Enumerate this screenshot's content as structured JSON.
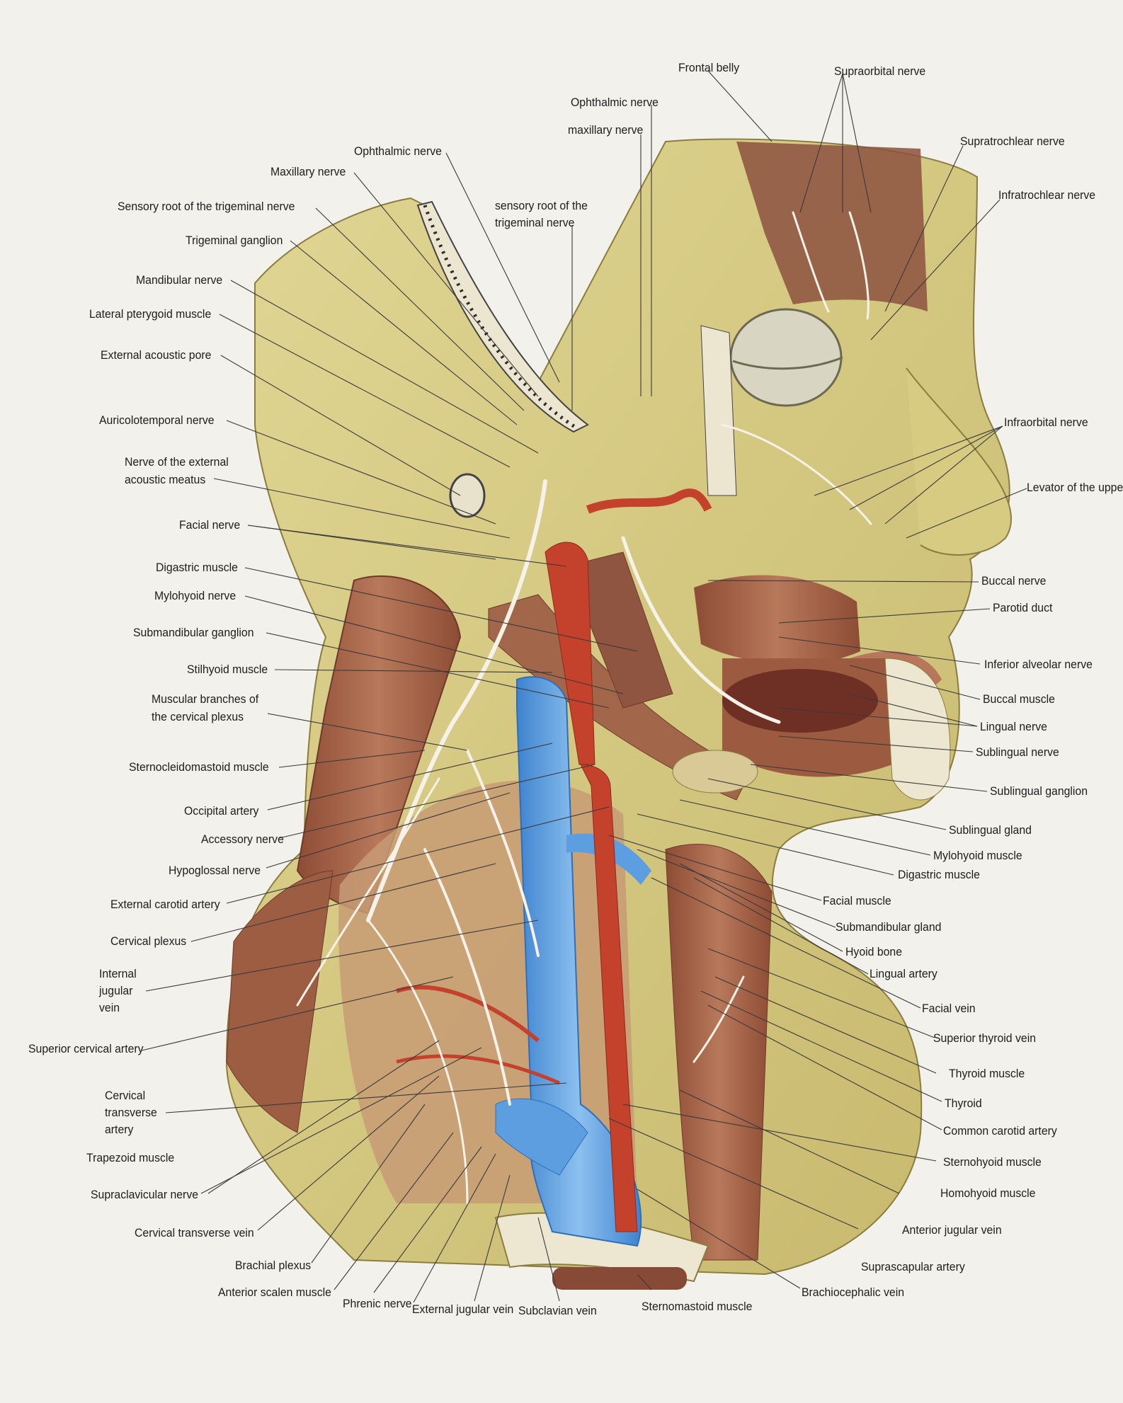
{
  "colors": {
    "page": "#f3f1ec",
    "skin": "#d9cd86",
    "skin_shade": "#bfb066",
    "muscle": "#a9674a",
    "muscle_dark": "#7f4331",
    "artery": "#c4412c",
    "vein": "#5c9ee0",
    "nerve": "#f4f0e6",
    "bone": "#ece5cf",
    "leader": "#3a3a3a",
    "text": "#1d1d1d"
  },
  "labels": {
    "left": {
      "ophthalmic_nerve": "Ophthalmic nerve",
      "maxillary_nerve": "Maxillary nerve",
      "sensory_root": "Sensory root of the trigeminal nerve",
      "trigeminal_ganglion": "Trigeminal ganglion",
      "mandibular_nerve": "Mandibular nerve",
      "lateral_pterygoid": "Lateral pterygoid muscle",
      "external_acoustic_pore": "External acoustic pore",
      "auriculotemporal_nerve": "Auricolotemporal nerve",
      "nerve_ext_meatus_1": "Nerve of the external",
      "nerve_ext_meatus_2": "acoustic meatus",
      "facial_nerve": "Facial nerve",
      "digastric_muscle": "Digastric muscle",
      "mylohyoid_nerve": "Mylohyoid nerve",
      "submandibular_ganglion": "Submandibular ganglion",
      "stylohyoid_muscle": "Stilhyoid muscle",
      "muscular_branches_1": "Muscular branches of",
      "muscular_branches_2": "the cervical plexus",
      "sternocleidomastoid": "Sternocleidomastoid muscle",
      "occipital_artery": "Occipital artery",
      "accessory_nerve": "Accessory nerve",
      "hypoglossal_nerve": "Hypoglossal nerve",
      "external_carotid": "External carotid artery",
      "cervical_plexus": "Cervical plexus",
      "internal_jugular_1": "Internal",
      "internal_jugular_2": "jugular",
      "internal_jugular_3": "vein",
      "superior_cervical_artery": "Superior cervical artery",
      "cervical_transverse_artery_1": "Cervical",
      "cervical_transverse_artery_2": "transverse",
      "cervical_transverse_artery_3": "artery",
      "trapezoid_muscle": "Trapezoid muscle",
      "supraclavicular_nerve": "Supraclavicular nerve",
      "cervical_transverse_vein": "Cervical transverse vein",
      "brachial_plexus": "Brachial plexus",
      "anterior_scalene": "Anterior scalen muscle",
      "phrenic_nerve": "Phrenic nerve",
      "external_jugular_vein": "External jugular vein",
      "subclavian_vein": "Subclavian vein",
      "sternomastoid_muscle": "Sternomastoid muscle"
    },
    "top": {
      "frontal_belly": "Frontal belly",
      "supraorbital_nerve": "Supraorbital nerve",
      "ophthalmic_nerve_top": "Ophthalmic nerve",
      "maxillary_nerve_top": "maxillary nerve",
      "sensory_root_top_1": "sensory root of the",
      "sensory_root_top_2": "trigeminal nerve"
    },
    "right": {
      "supratrochlear_nerve": "Supratrochlear nerve",
      "infratrochlear_nerve": "Infratrochlear nerve",
      "infraorbital_nerve": "Infraorbital nerve",
      "levator_upper": "Levator of the uppe",
      "buccal_nerve": "Buccal nerve",
      "parotid_duct": "Parotid duct",
      "inferior_alveolar_nerve": "Inferior alveolar nerve",
      "buccal_muscle": "Buccal muscle",
      "lingual_nerve": "Lingual nerve",
      "sublingual_nerve": "Sublingual nerve",
      "sublingual_ganglion": "Sublingual ganglion",
      "sublingual_gland": "Sublingual gland",
      "mylohyoid_muscle": "Mylohyoid muscle",
      "digastric_muscle_r": "Digastric muscle",
      "facial_muscle": "Facial muscle",
      "submandibular_gland": "Submandibular gland",
      "hyoid_bone": "Hyoid bone",
      "lingual_artery": "Lingual artery",
      "facial_vein": "Facial vein",
      "superior_thyroid_vein": "Superior thyroid vein",
      "thyroid_muscle": "Thyroid muscle",
      "thyroid": "Thyroid",
      "common_carotid": "Common carotid artery",
      "sternohyoid_muscle": "Sternohyoid muscle",
      "homohyoid_muscle": "Homohyoid muscle",
      "anterior_jugular_vein": "Anterior jugular vein",
      "suprascapular_artery": "Suprascapular artery",
      "brachiocephalic_vein": "Brachiocephalic vein"
    }
  }
}
